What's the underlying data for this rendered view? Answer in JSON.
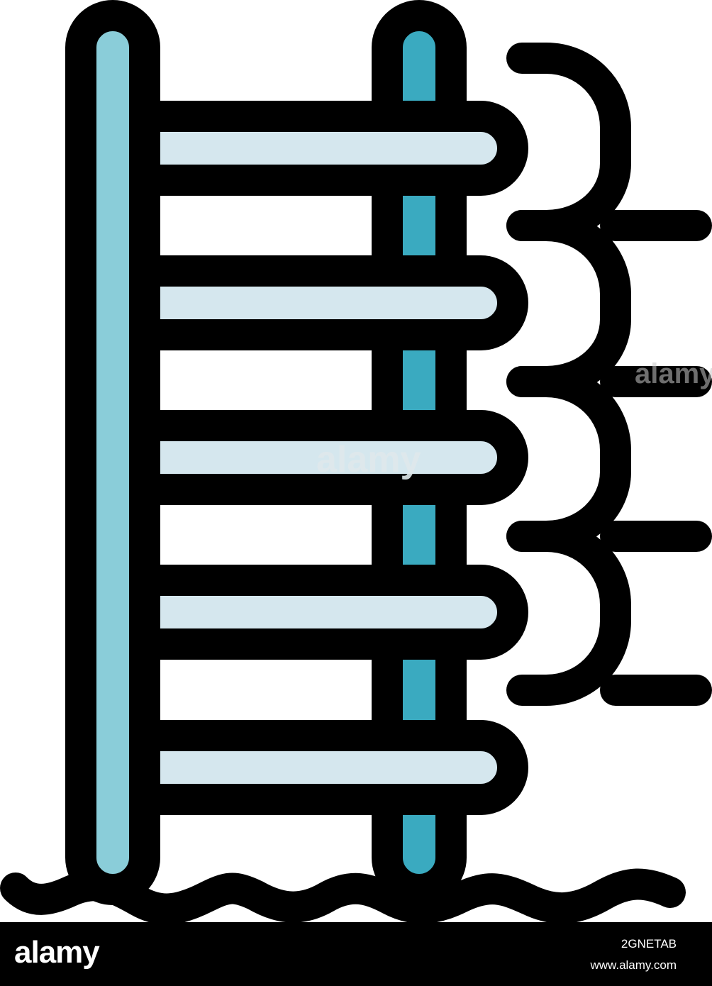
{
  "colors": {
    "outline": "#000000",
    "post_left_fill": "#8acdd9",
    "post_right_fill": "#3aaac0",
    "rung_fill": "#d5e7ee",
    "background": "#ffffff",
    "footer_bg": "#000000",
    "footer_text": "#ffffff"
  },
  "icon": {
    "subject": "pool-ladder-icon",
    "rung_count": 5,
    "wave_count": 4
  },
  "watermark": {
    "center_text": "alamy",
    "side_text": "alamy"
  },
  "footer": {
    "brand": "alamy",
    "image_id": "2GNETAB",
    "url": "www.alamy.com"
  }
}
